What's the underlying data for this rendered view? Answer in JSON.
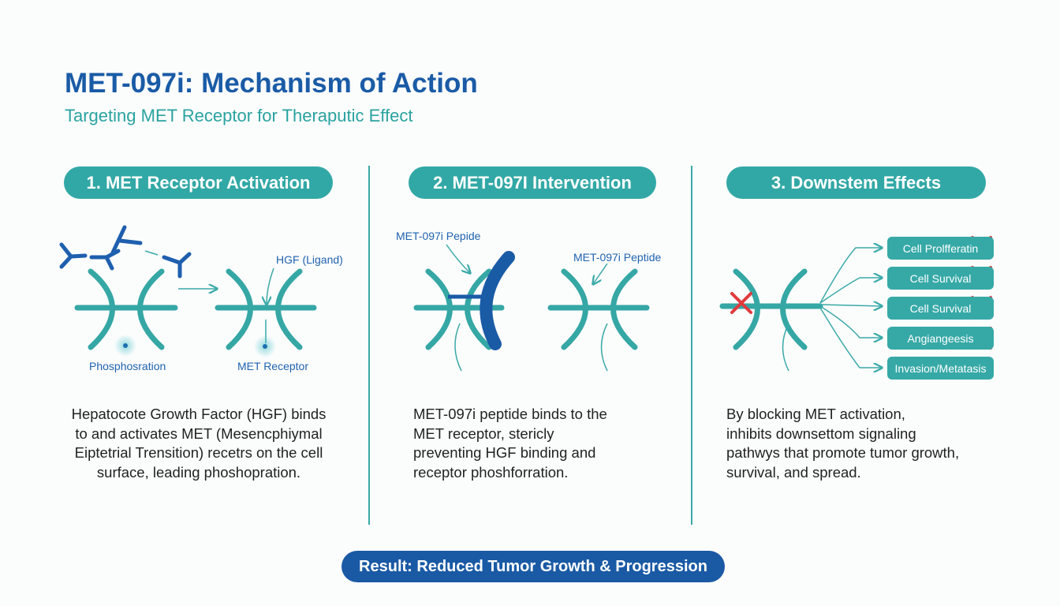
{
  "header": {
    "title": "MET-097i: Mechanism of Action",
    "subtitle": "Targeting MET Receptor for Theraputic Effect"
  },
  "panels": [
    {
      "heading": "1. MET Receptor Activation",
      "labels": {
        "hgf": "HGF (Ligand)",
        "phospho": "Phosphosration",
        "receptor": "MET Receptor"
      },
      "description": [
        "Hepatocote Growth Factor (HGF) binds",
        "to and activates MET (Mesencphiymal",
        "Eiptetrial Trensition) recetrs on the cell",
        "surface, leading phoshopration."
      ]
    },
    {
      "heading": "2. MET-097I Intervention",
      "labels": {
        "peptide_a": "MET-097i Pepide",
        "peptide_b": "MET-097i Peptide"
      },
      "description": [
        "MET-097i peptide binds to the",
        "MET receptor, stericly",
        "preventing HGF binding and",
        "receptor phoshforration."
      ]
    },
    {
      "heading": "3. Downstem Effects",
      "effects": [
        "Cell Prolfferatin",
        "Cell Survival",
        "Cell Survival",
        "Angiangeesis",
        "Invasion/Metatasis"
      ],
      "description": [
        "By blocking MET activation,",
        "inhibits downsettom signaling",
        "pathwys that promote tumor growth,",
        "survival, and spread."
      ]
    }
  ],
  "result": "Result: Reduced Tumor Growth & Progression",
  "colors": {
    "teal": "#32a8a6",
    "blue": "#1a5ba6",
    "red": "#e03a3e"
  }
}
